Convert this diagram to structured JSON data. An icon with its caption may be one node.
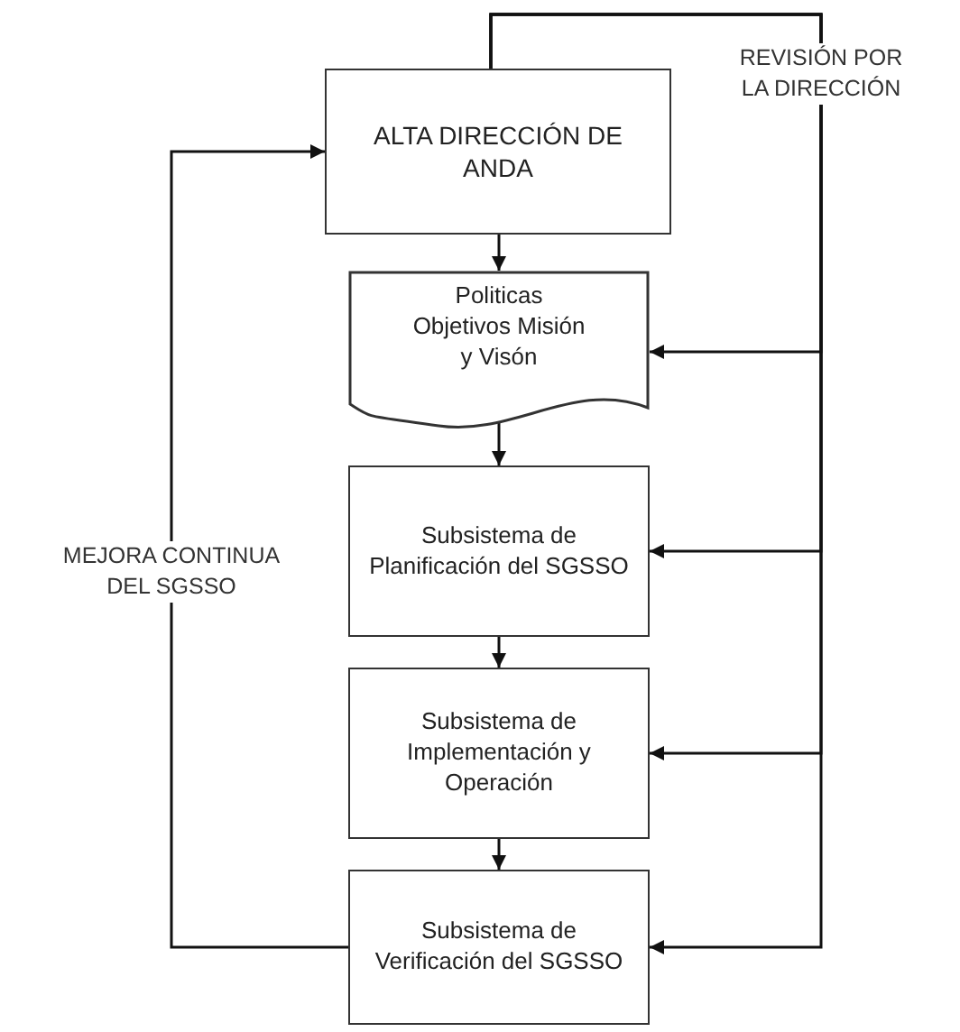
{
  "diagram": {
    "nodes": [
      {
        "text": [
          "ALTA DIRECCIÓN DE ANDA"
        ]
      },
      {
        "text": [
          "Politicas Objetivos Misión y Visón"
        ]
      },
      {
        "text": [
          "Subsistema de Planificación del SGSSO"
        ]
      },
      {
        "text": [
          "Subsistema de Implementación y Operación"
        ]
      },
      {
        "text": [
          "Subsistema de Verificación del SGSSO"
        ]
      }
    ],
    "edges": [
      {
        "from": 0,
        "to": 1,
        "arrow": "to"
      },
      {
        "from": 1,
        "to": 2,
        "arrow": "to"
      },
      {
        "from": 2,
        "to": 3,
        "arrow": "to"
      },
      {
        "from": 3,
        "to": 4,
        "arrow": "to"
      },
      {
        "from": 0,
        "to": 1,
        "arrow": "to"
      },
      {
        "from": 0,
        "to": 2,
        "arrow": "to"
      },
      {
        "from": 0,
        "to": 3,
        "arrow": "to"
      },
      {
        "from": 0,
        "to": 4,
        "arrow": "to"
      },
      {
        "from": 4,
        "to": 0,
        "arrow": "to"
      }
    ],
    "labels": [
      "REVISIÓN POR LA DIRECCIÓN",
      "MEJORA CONTINUA DEL SGSSO"
    ]
  }
}
